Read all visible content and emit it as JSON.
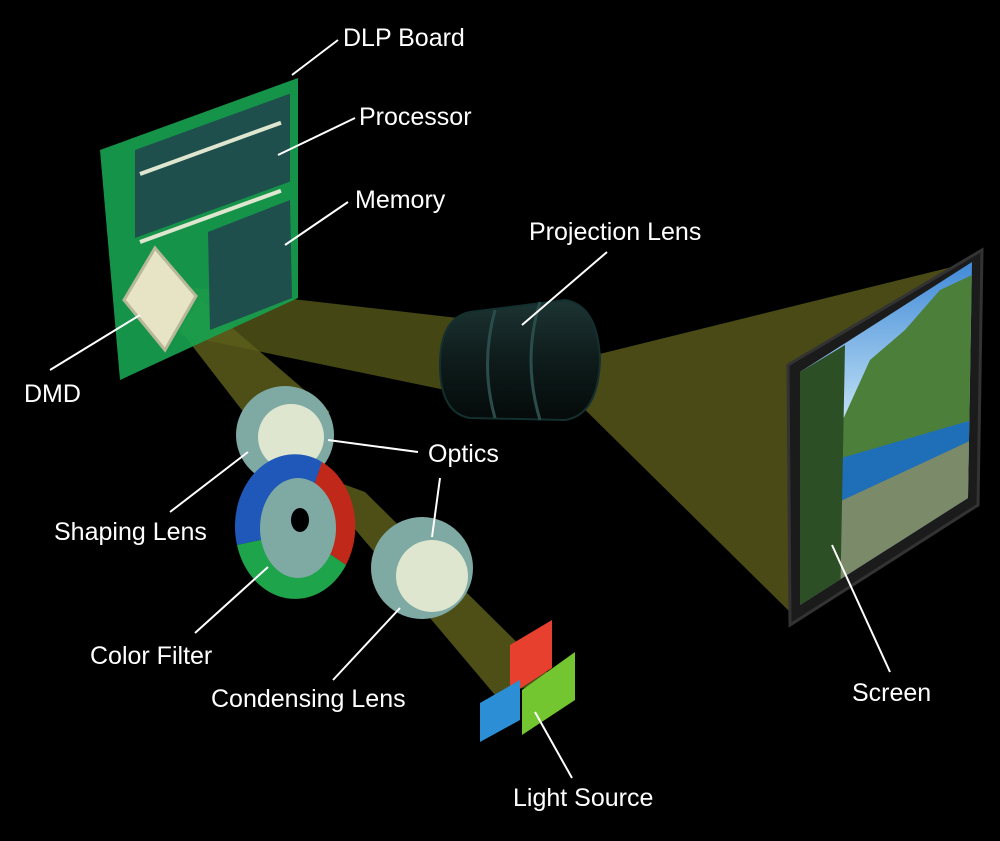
{
  "labels": {
    "dlp_board": "DLP Board",
    "processor": "Processor",
    "memory": "Memory",
    "projection_lens": "Projection Lens",
    "dmd": "DMD",
    "optics": "Optics",
    "shaping_lens": "Shaping Lens",
    "color_filter": "Color Filter",
    "condensing_lens": "Condensing Lens",
    "light_source": "Light Source",
    "screen": "Screen"
  },
  "colors": {
    "background": "#000000",
    "board": "#17a14f",
    "chip": "#1f4f4d",
    "light_beam": "#5b5d1a",
    "lens": "#7fa9a3",
    "lens_center": "#dfe6cf",
    "filter_blue": "#1f58b8",
    "filter_red": "#c0281a",
    "filter_green": "#1ea44a",
    "source_red": "#e8402e",
    "source_green": "#73c62f",
    "source_blue": "#2c8fd6",
    "callout_line": "#ffffff"
  }
}
